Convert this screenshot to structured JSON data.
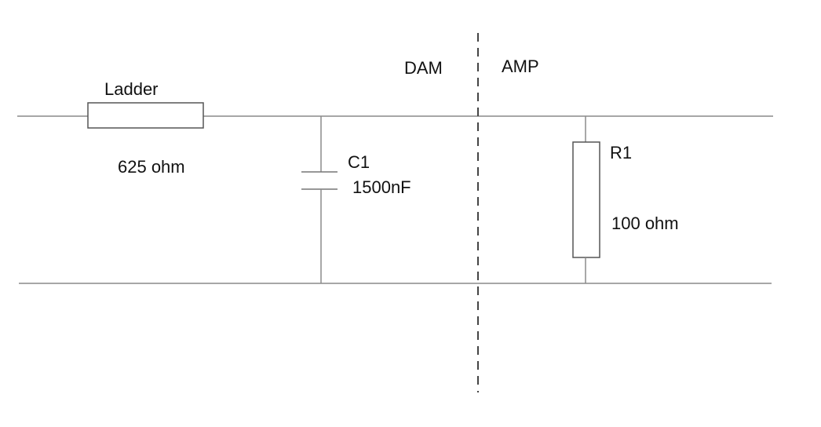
{
  "sections": {
    "left": "DAM",
    "right": "AMP"
  },
  "components": {
    "ladder": {
      "name": "Ladder",
      "value": "625 ohm"
    },
    "c1": {
      "name": "C1",
      "value": "1500nF"
    },
    "r1": {
      "name": "R1",
      "value": "100 ohm"
    }
  },
  "colors": {
    "wire": "#8a8a8a",
    "component_outline": "#555555",
    "divider": "#444444",
    "text": "#111111"
  }
}
